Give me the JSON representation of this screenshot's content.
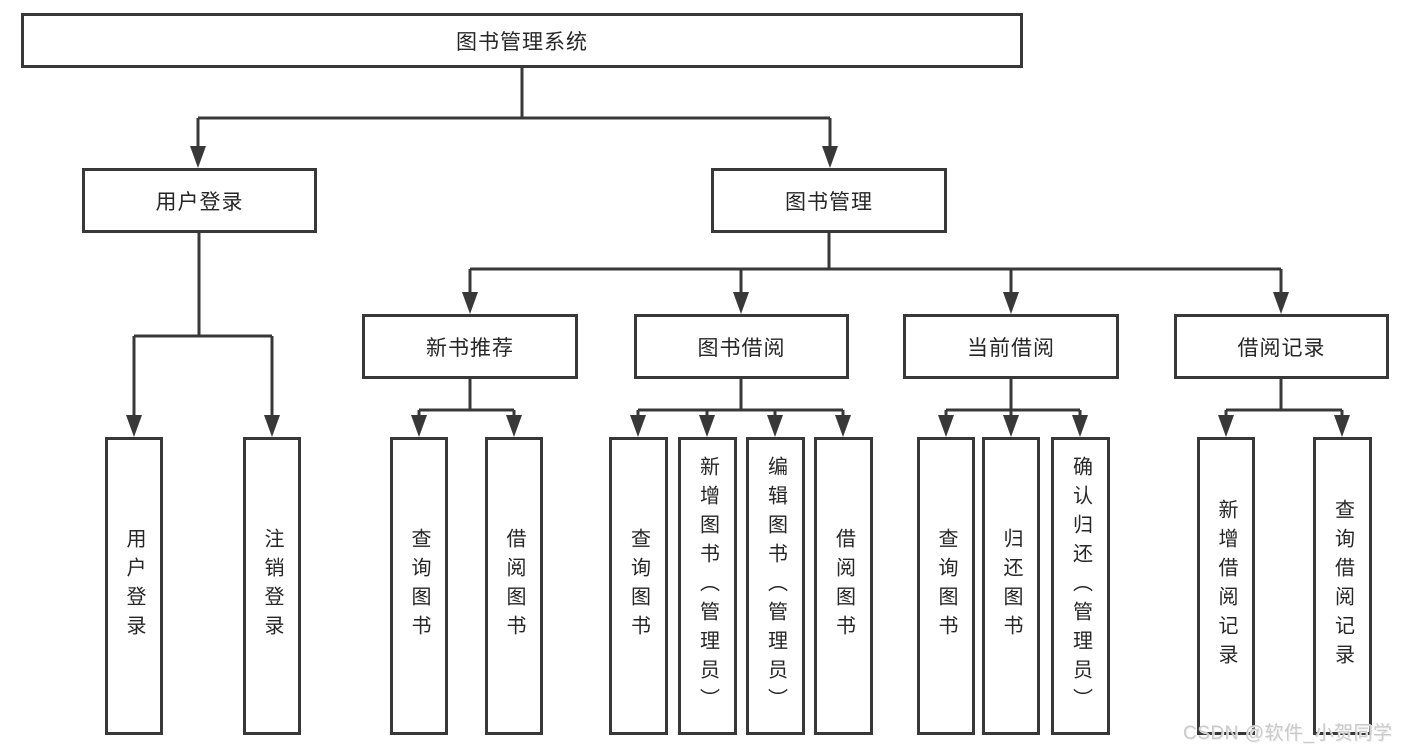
{
  "tree": {
    "root": {
      "label": "图书管理系统"
    },
    "level2": [
      {
        "label": "用户登录"
      },
      {
        "label": "图书管理"
      }
    ],
    "level3": [
      {
        "label": "新书推荐"
      },
      {
        "label": "图书借阅"
      },
      {
        "label": "当前借阅"
      },
      {
        "label": "借阅记录"
      }
    ],
    "leaves": {
      "login": [
        "用户登录",
        "注销登录"
      ],
      "recommend": [
        "查询图书",
        "借阅图书"
      ],
      "borrow": [
        "查询图书",
        "新增图书（管理员）",
        "编辑图书（管理员）",
        "借阅图书"
      ],
      "current": [
        "查询图书",
        "归还图书",
        "确认归还（管理员）"
      ],
      "records": [
        "新增借阅记录",
        "查询借阅记录"
      ]
    }
  },
  "watermark": {
    "text": "CSDN @软件_小贺同学"
  },
  "colors": {
    "line": "#383838",
    "text": "#262626",
    "box_bg": "#ffffff",
    "watermark": "#cacaca",
    "background": "#ffffff"
  }
}
